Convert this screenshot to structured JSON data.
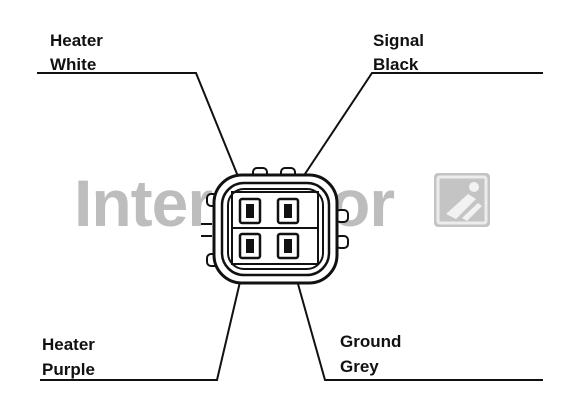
{
  "labels": {
    "top_left": {
      "line1": "Heater",
      "line2": "White"
    },
    "top_right": {
      "line1": "Signal",
      "line2": "Black"
    },
    "bottom_left": {
      "line1": "Heater",
      "line2": "Purple"
    },
    "bottom_right": {
      "line1": "Ground",
      "line2": "Grey"
    }
  },
  "watermark": {
    "text": "Intermotor",
    "color": "#bdbdbd"
  },
  "colors": {
    "line": "#111111",
    "watermark": "#bdbdbd"
  }
}
